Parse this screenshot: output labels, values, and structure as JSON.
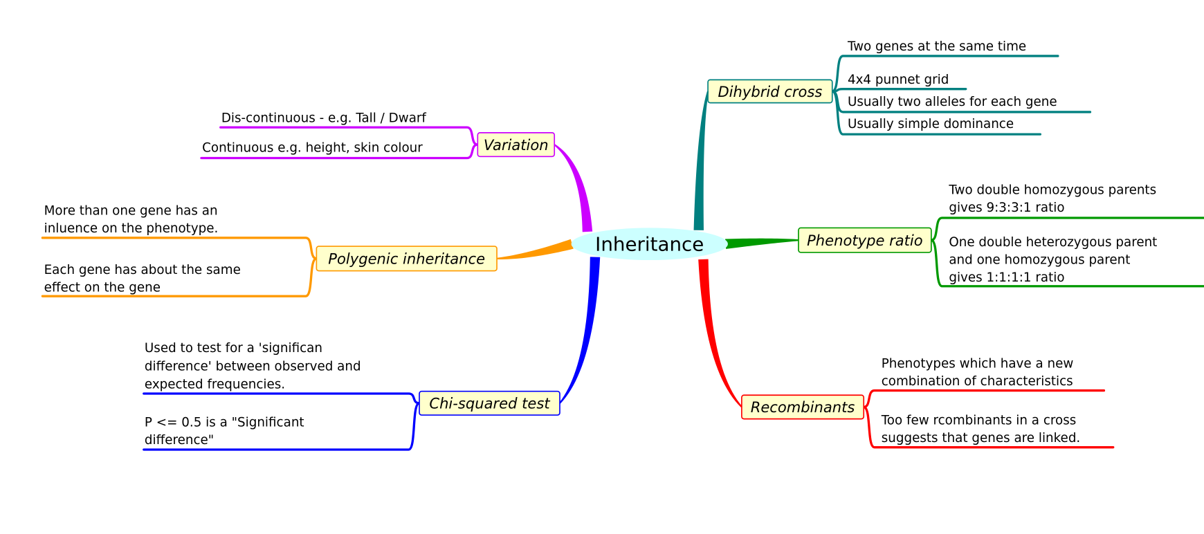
{
  "central": {
    "label": "Inheritance",
    "fill": "#ccffff"
  },
  "topics": [
    {
      "id": "dihybrid",
      "label": "Dihybrid cross",
      "color": "#008080",
      "children": [
        [
          "Two genes at the same time"
        ],
        [
          "4x4 punnet grid"
        ],
        [
          "Usually two alleles for each gene"
        ],
        [
          "Usually simple dominance"
        ]
      ]
    },
    {
      "id": "phenotype",
      "label": "Phenotype ratio",
      "color": "#009900",
      "children": [
        [
          "Two double homozygous parents",
          "gives 9:3:3:1 ratio"
        ],
        [
          "One double heterozygous parent",
          "and one homozygous parent",
          "gives 1:1:1:1 ratio"
        ]
      ]
    },
    {
      "id": "recombinants",
      "label": "Recombinants",
      "color": "#ff0000",
      "children": [
        [
          "Phenotypes which have a new",
          "combination of characteristics"
        ],
        [
          "Too few rcombinants in a cross",
          "suggests that genes are linked."
        ]
      ]
    },
    {
      "id": "chi",
      "label": "Chi-squared test",
      "color": "#0000ff",
      "children": [
        [
          "Used to test for a 'significan",
          "difference' between observed and",
          "expected frequencies."
        ],
        [
          "P <= 0.5 is a \"Significant",
          "difference\""
        ]
      ]
    },
    {
      "id": "polygenic",
      "label": "Polygenic inheritance",
      "color": "#ff9900",
      "children": [
        [
          "More than one gene has an",
          "inluence on the phenotype."
        ],
        [
          "Each gene has about the same",
          "effect on the gene"
        ]
      ]
    },
    {
      "id": "variation",
      "label": "Variation",
      "color": "#cc00ff",
      "children": [
        [
          "Dis-continuous - e.g. Tall / Dwarf"
        ],
        [
          "Continuous e.g. height, skin colour"
        ]
      ]
    }
  ],
  "topic_fill": "#ffffcc"
}
